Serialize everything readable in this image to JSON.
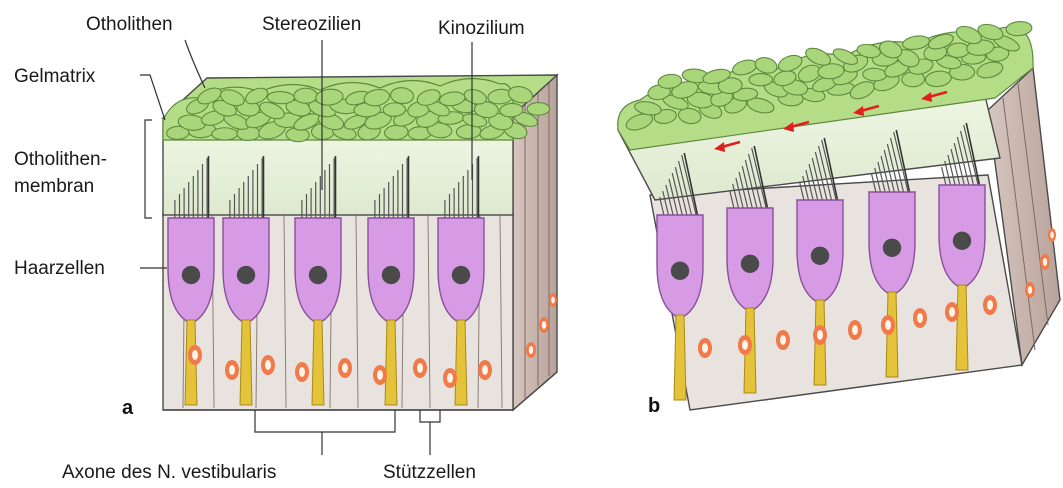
{
  "labels": {
    "otholithen": "Otholithen",
    "stereozilien": "Stereozilien",
    "kinozilium": "Kinozilium",
    "gelmatrix": "Gelmatrix",
    "otholithenmembran_line1": "Otholithen-",
    "otholithenmembran_line2": "membran",
    "haarzellen": "Haarzellen",
    "axone": "Axone des N. vestibularis",
    "stuetzzellen": "Stützzellen"
  },
  "panels": {
    "a": "a",
    "b": "b"
  },
  "colors": {
    "otolith_fill": "#a9d67a",
    "otolith_stroke": "#5e8a3e",
    "membrane": "#e9f3dc",
    "haircell": "#d79be6",
    "haircell_stroke": "#8a4f9a",
    "nucleus": "#4a4a4a",
    "support": "#e6e1dd",
    "support_side": "#c9b5ad",
    "axon": "#e4c23a",
    "support_nucleus": "#f07a4a",
    "arrow": "#e02020"
  }
}
